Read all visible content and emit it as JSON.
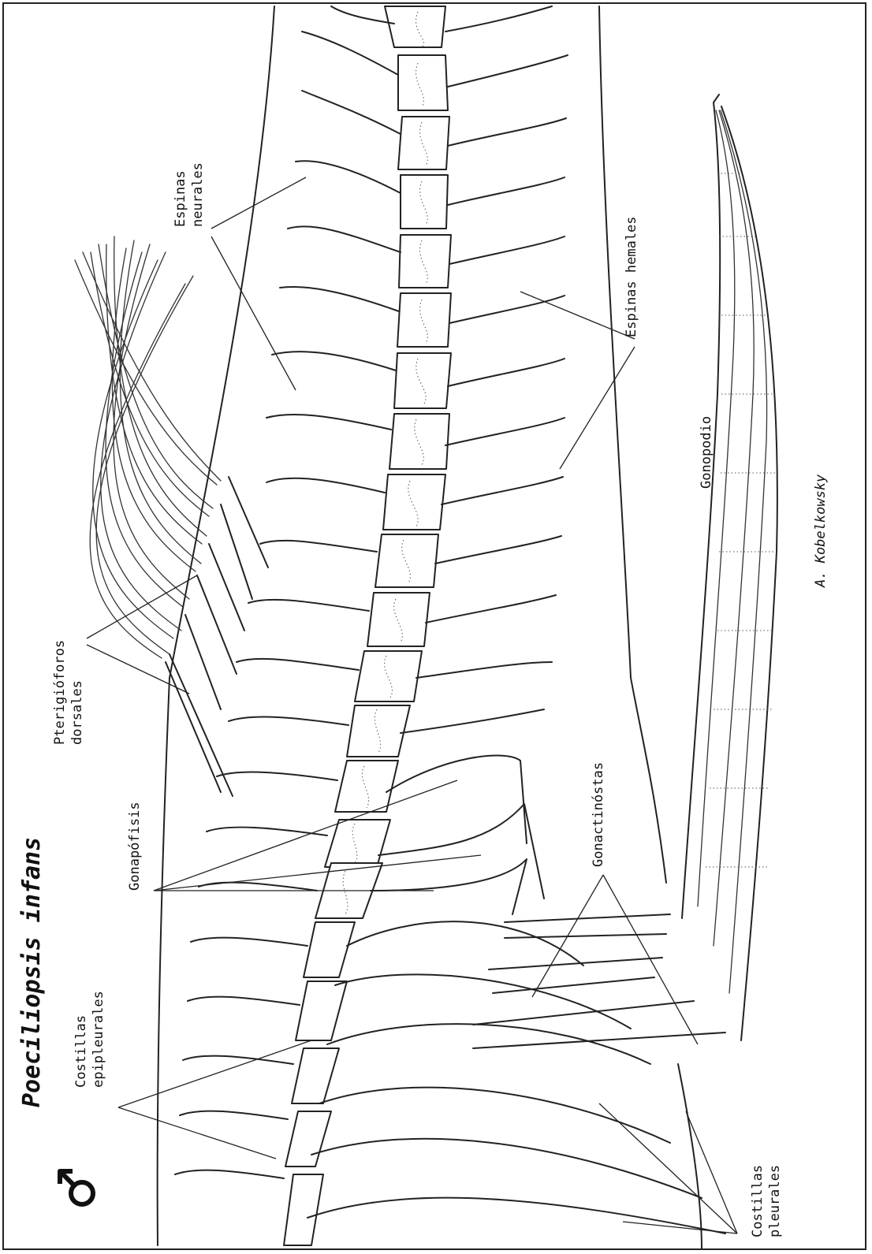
{
  "title": "Poeciliopsis infans",
  "sex_symbol": "♂",
  "author": "A. Kobelkowsky",
  "labels": {
    "espinas_neurales": [
      "Espinas",
      "neurales"
    ],
    "espinas_hemales": "Espinas hemales",
    "pterigioforos_dorsales": [
      "Pterigióforos",
      "dorsales"
    ],
    "gonapofisis": "Gonapófisis",
    "gonactinostas": "Gonactinóstas",
    "gonopodio": "Gonopodio",
    "costillas_epipleurales": [
      "Costillas",
      "epipleurales"
    ],
    "costillas_pleurales": [
      "Costillas",
      "pleurales"
    ]
  }
}
